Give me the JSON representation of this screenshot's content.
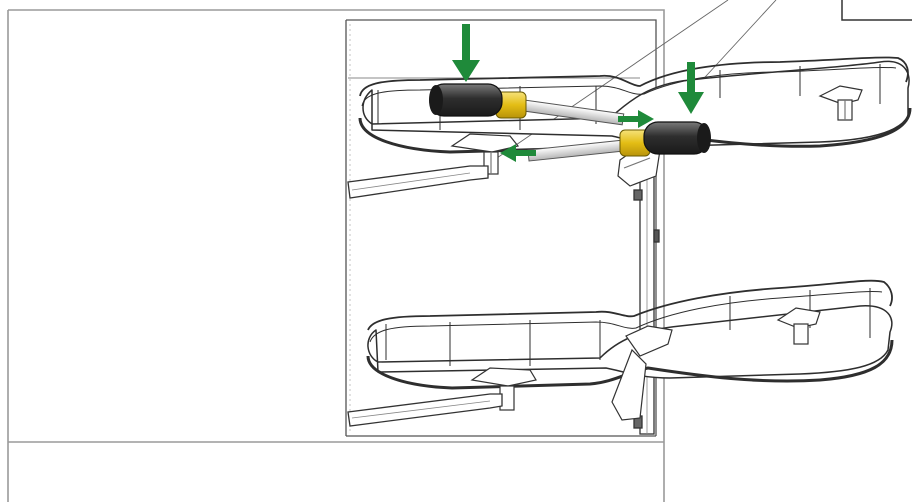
{
  "figure": {
    "subject": "corner-carousel-shelf-installation",
    "icons": [
      "down-arrow-icon",
      "left-arrow-icon",
      "right-arrow-icon",
      "screwdriver-icon"
    ],
    "colors": {
      "line": "#3a3a3a",
      "frame": "#9a9a9a",
      "arrow": "#1f8a3a",
      "handle": "#333333",
      "collar": "#e8c21a",
      "shaft": "#d8d8d8",
      "background": "#ffffff"
    },
    "shelf_count": 2,
    "arrow_count": 4,
    "screwdriver_count": 2
  }
}
